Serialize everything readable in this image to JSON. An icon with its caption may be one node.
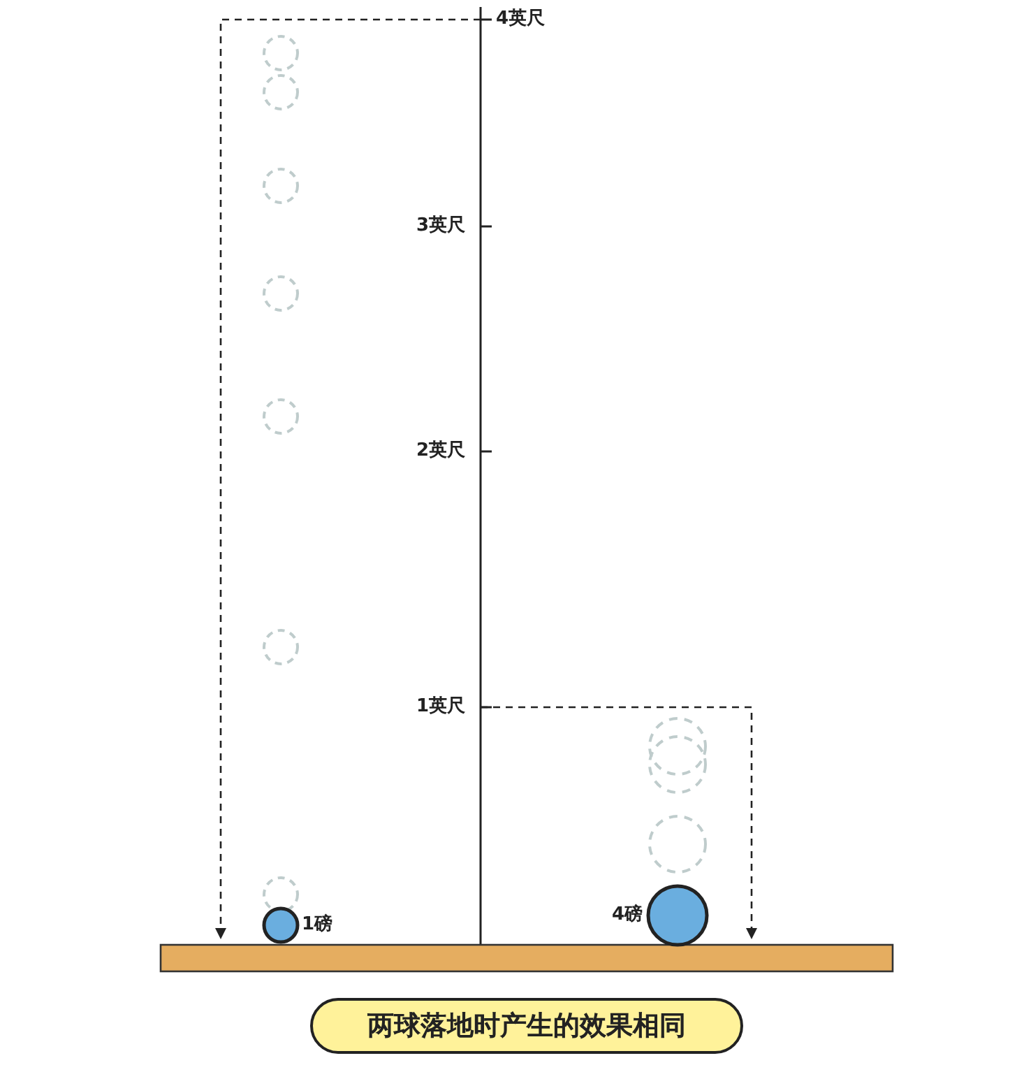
{
  "diagram": {
    "nodes": [
      {
        "text": [],
        "shape": "circle",
        "beside": [
          "1磅"
        ]
      },
      {
        "text": [],
        "shape": "circle",
        "beside": [
          "4磅"
        ]
      },
      {
        "text": [
          "两球落地时产生的效果相同"
        ]
      }
    ],
    "labels": [
      "4英尺",
      "3英尺",
      "2英尺",
      "1英尺"
    ]
  }
}
